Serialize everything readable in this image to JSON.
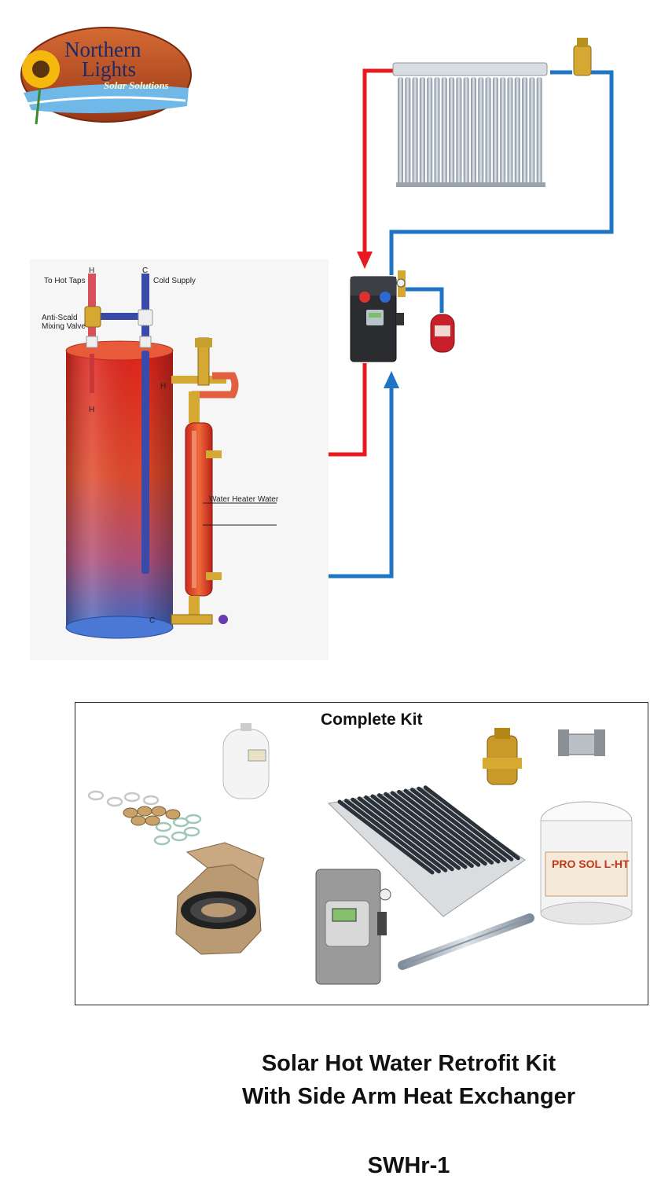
{
  "logo": {
    "line1": "Northern",
    "line2": "Lights",
    "tagline": "Solar Solutions"
  },
  "tank_labels": {
    "hot_letter": "H",
    "cold_letter": "C",
    "to_hot_taps": "To Hot Taps",
    "cold_supply": "Cold Supply",
    "mixing_valve_1": "Anti-Scald",
    "mixing_valve_2": "Mixing Valve",
    "inside_h": "H",
    "side_h": "H",
    "bottom_c": "C",
    "water_heater_water": "Water Heater Water"
  },
  "kit": {
    "title": "Complete Kit",
    "bucket_label": "PRO SOL L-HT"
  },
  "footer": {
    "line1": "Solar Hot Water Retrofit Kit",
    "line2": "With Side Arm Heat Exchanger",
    "model": "SWHr-1"
  },
  "colors": {
    "hot_pipe": "#e8191f",
    "cold_pipe": "#1f74c4",
    "brass": "#d4a832",
    "logo_wood": "#b84a1e"
  }
}
